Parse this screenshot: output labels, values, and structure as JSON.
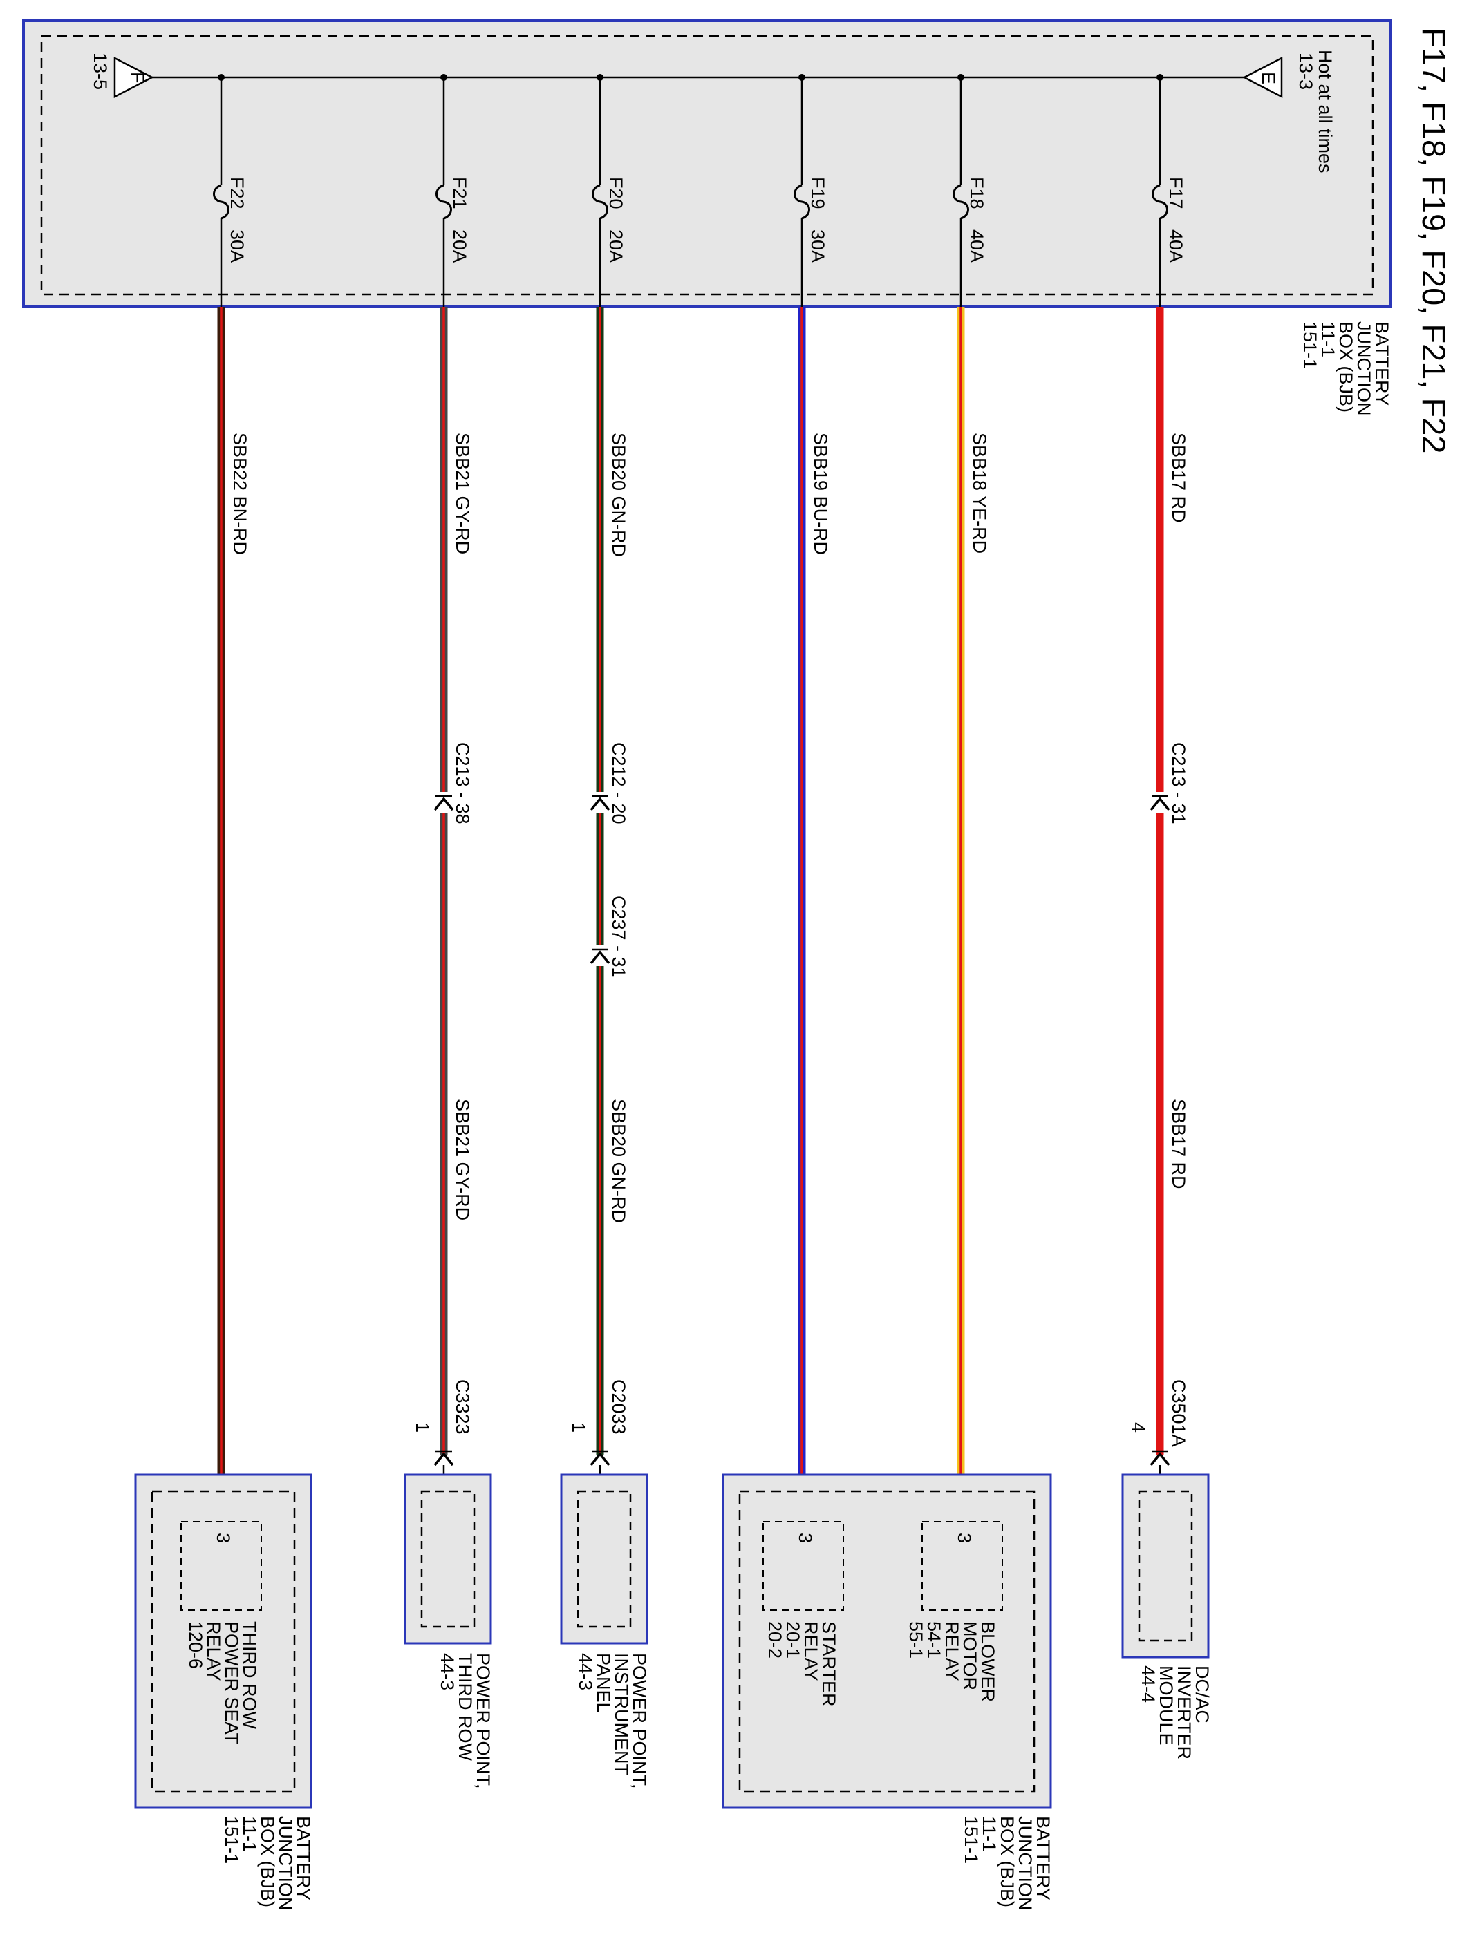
{
  "title": "F17, F18, F19, F20, F21, F22",
  "colors": {
    "box_border": "#2b37b8",
    "box_fill": "#e6e6e6",
    "RD": "#e01414",
    "YE": "#f4c21c",
    "BU": "#2323c8",
    "BN": "#3a1a0a",
    "GY": "#454545",
    "GN": "#163816"
  },
  "bjb_top": {
    "lines": [
      "BATTERY",
      "JUNCTION",
      "BOX (BJB)",
      "11-1",
      "151-1"
    ]
  },
  "bus": {
    "left_ref": {
      "letter": "F",
      "page": "13-5"
    },
    "right_ref": {
      "letter": "E",
      "page": "13-3",
      "note": "Hot at all times"
    }
  },
  "circuits": [
    {
      "fuse": "F17",
      "rating": "40A",
      "circuit": "SBB17",
      "color_code": "RD",
      "connectors": [
        {
          "name": "C213",
          "pin": "31"
        }
      ],
      "second_label": "SBB17   RD",
      "end_connector": {
        "name": "C3501A",
        "pin": "4"
      },
      "device": {
        "lines": [
          "DC/AC",
          "INVERTER",
          "MODULE",
          "44-4"
        ]
      }
    },
    {
      "fuse": "F18",
      "rating": "40A",
      "circuit": "SBB18",
      "color_code": "YE-RD",
      "connectors": [],
      "second_label": "",
      "device": {
        "pin": "3",
        "lines": [
          "BLOWER",
          "MOTOR",
          "RELAY",
          "54-1",
          "55-1"
        ]
      }
    },
    {
      "fuse": "F19",
      "rating": "30A",
      "circuit": "SBB19",
      "color_code": "BU-RD",
      "connectors": [],
      "second_label": "",
      "device": {
        "pin": "3",
        "lines": [
          "STARTER",
          "RELAY",
          "20-1",
          "20-2"
        ]
      }
    },
    {
      "fuse": "F20",
      "rating": "20A",
      "circuit": "SBB20",
      "color_code": "GN-RD",
      "connectors": [
        {
          "name": "C212",
          "pin": "20"
        },
        {
          "name": "C237",
          "pin": "31"
        }
      ],
      "second_label": "SBB20   GN-RD",
      "end_connector": {
        "name": "C2033",
        "pin": "1"
      },
      "device": {
        "lines": [
          "POWER POINT,",
          "INSTRUMENT",
          "PANEL",
          "44-3"
        ]
      }
    },
    {
      "fuse": "F21",
      "rating": "20A",
      "circuit": "SBB21",
      "color_code": "GY-RD",
      "connectors": [
        {
          "name": "C213",
          "pin": "38"
        }
      ],
      "second_label": "SBB21   GY-RD",
      "end_connector": {
        "name": "C3323",
        "pin": "1"
      },
      "device": {
        "lines": [
          "POWER POINT,",
          "THIRD ROW",
          "44-3"
        ]
      }
    },
    {
      "fuse": "F22",
      "rating": "30A",
      "circuit": "SBB22",
      "color_code": "BN-RD",
      "connectors": [],
      "second_label": "",
      "device": {
        "pin": "3",
        "lines": [
          "THIRD ROW",
          "POWER SEAT",
          "RELAY",
          "120-6"
        ]
      }
    }
  ],
  "bjb_bottom_a": {
    "lines": [
      "BATTERY",
      "JUNCTION",
      "BOX (BJB)",
      "11-1",
      "151-1"
    ]
  },
  "bjb_bottom_b": {
    "lines": [
      "BATTERY",
      "JUNCTION",
      "BOX (BJB)",
      "11-1",
      "151-1"
    ]
  }
}
